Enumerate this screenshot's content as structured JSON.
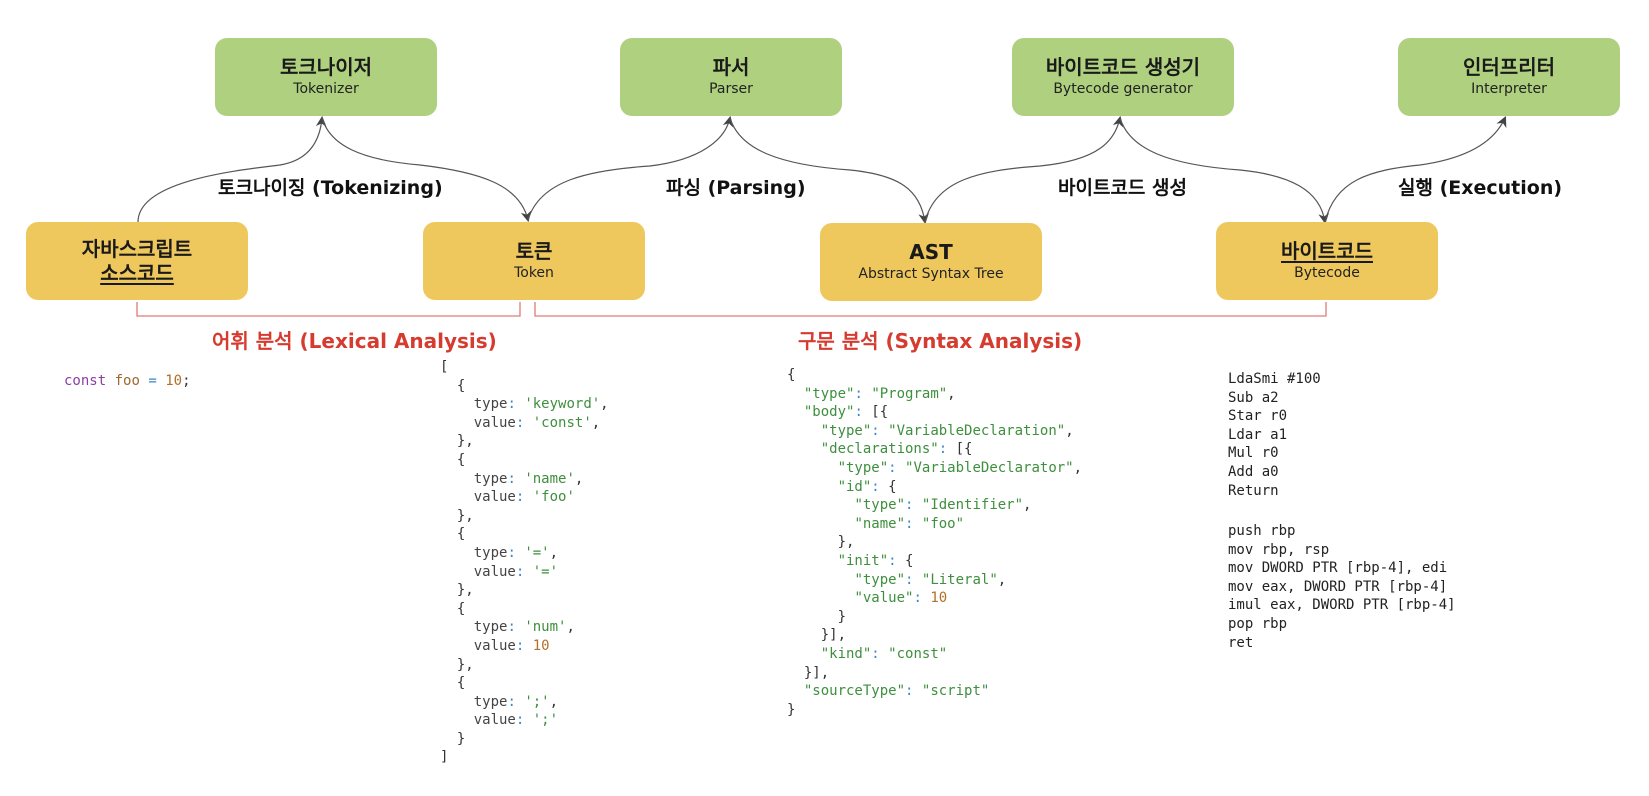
{
  "pipeline": {
    "processors": [
      {
        "ko": "토크나이저",
        "en": "Tokenizer"
      },
      {
        "ko": "파서",
        "en": "Parser"
      },
      {
        "ko": "바이트코드 생성기",
        "en": "Bytecode generator"
      },
      {
        "ko": "인터프리터",
        "en": "Interpreter"
      }
    ],
    "artifacts": [
      {
        "ko_line1": "자바스크립트",
        "ko_line2": "소스코드",
        "en": ""
      },
      {
        "ko": "토큰",
        "en": "Token"
      },
      {
        "ko": "AST",
        "en": "Abstract Syntax Tree"
      },
      {
        "ko": "바이트코드",
        "en": "Bytecode"
      }
    ],
    "edges": [
      {
        "label": "토크나이징 (Tokenizing)"
      },
      {
        "label": "파싱 (Parsing)"
      },
      {
        "label": "바이트코드 생성"
      },
      {
        "label": "실행 (Execution)"
      }
    ],
    "phases": [
      {
        "label": "어휘 분석 (Lexical Analysis)"
      },
      {
        "label": "구문 분석 (Syntax Analysis)"
      }
    ]
  },
  "colors": {
    "processor_box": "#aed07f",
    "artifact_box": "#efc85d",
    "phase_label": "#d63b2f",
    "bracket_line": "#e07b74"
  },
  "source_code": {
    "keyword": "const",
    "name": "foo",
    "op": "=",
    "value": "10",
    "end": ";"
  },
  "tokens": [
    {
      "type": "'keyword'",
      "value": "'const'"
    },
    {
      "type": "'name'",
      "value": "'foo'"
    },
    {
      "type": "'='",
      "value": "'='"
    },
    {
      "type": "'num'",
      "value": "10"
    },
    {
      "type": "';'",
      "value": "';'"
    }
  ],
  "ast": {
    "program_type": "\"Program\"",
    "decl_type": "\"VariableDeclaration\"",
    "declarator_type": "\"VariableDeclarator\"",
    "id_type": "\"Identifier\"",
    "id_name": "\"foo\"",
    "init_type": "\"Literal\"",
    "init_value": "10",
    "kind": "\"const\"",
    "source_type": "\"script\""
  },
  "bytecode": [
    "LdaSmi #100",
    "Sub a2",
    "Star r0",
    "Ldar a1",
    "Mul r0",
    "Add a0",
    "Return"
  ],
  "machine_code": [
    "push rbp",
    "mov rbp, rsp",
    "mov DWORD PTR [rbp-4], edi",
    "mov eax, DWORD PTR [rbp-4]",
    "imul eax, DWORD PTR [rbp-4]",
    "pop rbp",
    "ret"
  ]
}
